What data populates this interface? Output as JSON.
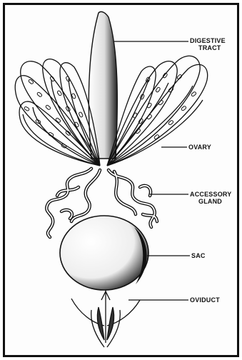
{
  "labels": {
    "digestive_tract": {
      "line1": "DIGESTIVE",
      "line2": "TRACT"
    },
    "ovary": "OVARY",
    "accessory_gland": {
      "line1": "ACCESSORY",
      "line2": "GLAND"
    },
    "sac": "SAC",
    "oviduct": "OVIDUCT"
  },
  "colors": {
    "ink": "#111111",
    "paper": "#fdfdfd"
  }
}
